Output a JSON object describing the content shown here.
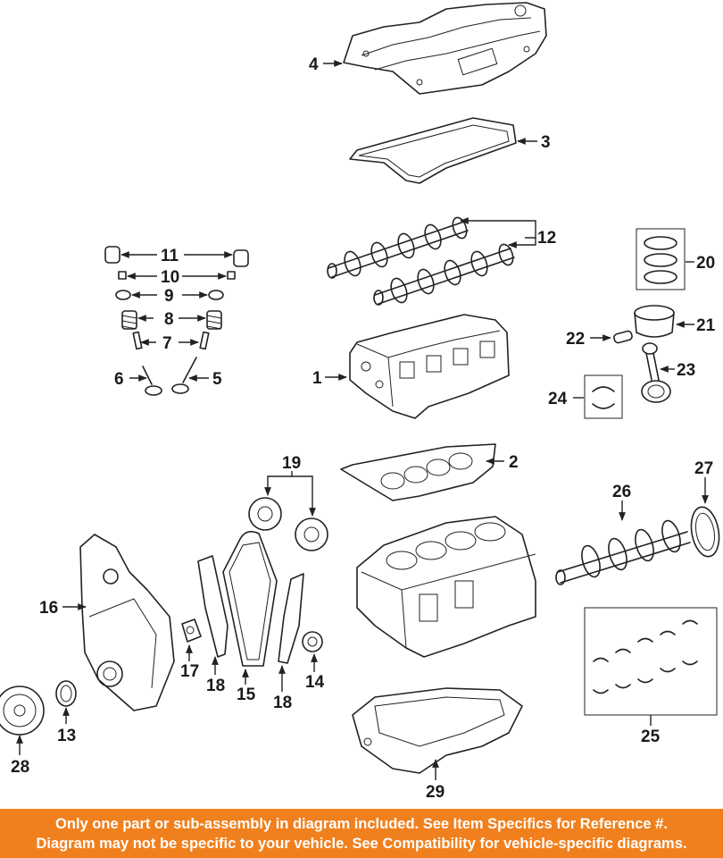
{
  "labels": {
    "p1": "1",
    "p2": "2",
    "p3": "3",
    "p4": "4",
    "p5": "5",
    "p6": "6",
    "p7": "7",
    "p8": "8",
    "p9": "9",
    "p10": "10",
    "p11": "11",
    "p12": "12",
    "p13": "13",
    "p14": "14",
    "p15": "15",
    "p16": "16",
    "p17": "17",
    "p18a": "18",
    "p18b": "18",
    "p19": "19",
    "p20": "20",
    "p21": "21",
    "p22": "22",
    "p23": "23",
    "p24": "24",
    "p25": "25",
    "p26": "26",
    "p27": "27",
    "p28": "28",
    "p29": "29"
  },
  "banner": {
    "line1": "Only one part or sub-assembly in diagram included. See Item Specifics for Reference #.",
    "line2": "Diagram may not be specific to your vehicle. See Compatibility for vehicle-specific diagrams."
  },
  "colors": {
    "banner": "#f0801e",
    "banner_text": "#ffffff",
    "line": "#222222"
  }
}
